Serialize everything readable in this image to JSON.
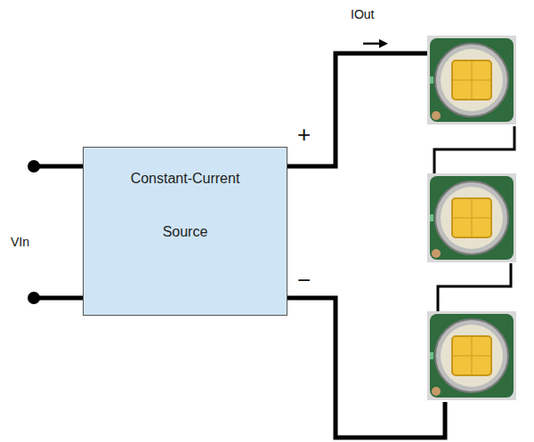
{
  "diagram": {
    "nodes": [
      {
        "text": [
          "Constant-Current Source"
        ]
      }
    ],
    "labels": [
      "IOut",
      "+",
      "VIn",
      "−"
    ]
  }
}
